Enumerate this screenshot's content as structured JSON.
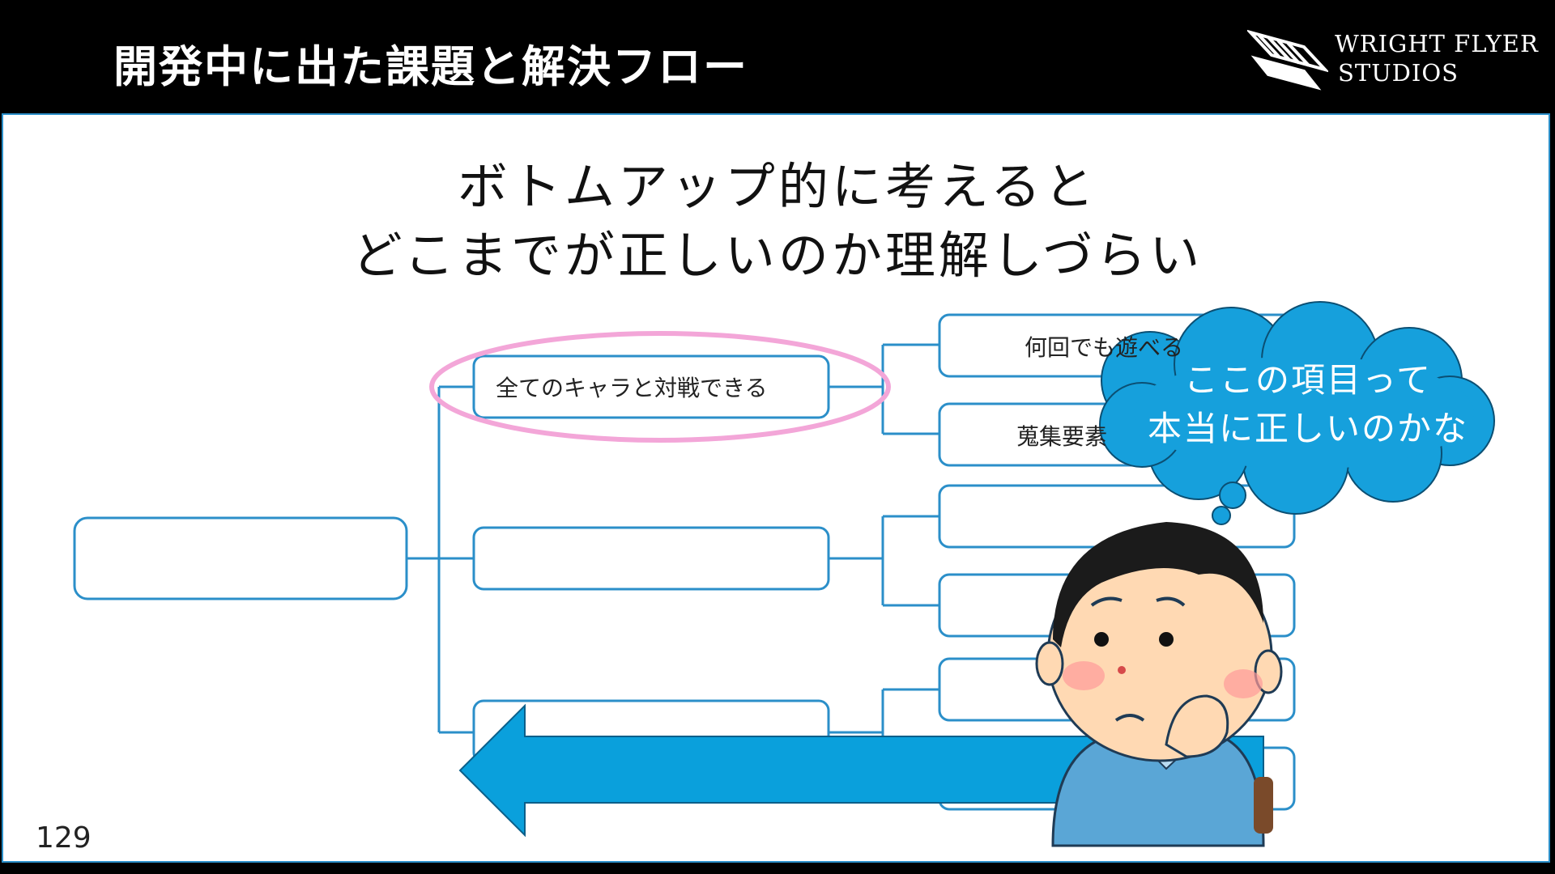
{
  "header": {
    "title": "開発中に出た課題と解決フロー",
    "logo_line1": "WRIGHT FLYER",
    "logo_line2": "STUDIOS"
  },
  "slide": {
    "heading_line1": "ボトムアップ的に考えると",
    "heading_line2": "どこまでが正しいのか理解しづらい",
    "page_number": "129"
  },
  "tree": {
    "mid_node_1": "全てのキャラと対戦できる",
    "leaf_1": "何回でも遊べる",
    "leaf_2": "蒐集要素"
  },
  "thought_bubble": {
    "line1": "ここの項目って",
    "line2": "本当に正しいのかな"
  },
  "colors": {
    "accent_blue": "#2b8fc9",
    "arrow_blue": "#0aa0dc",
    "cloud_blue": "#16a0dc",
    "highlight_pink": "#f3a6d8"
  }
}
